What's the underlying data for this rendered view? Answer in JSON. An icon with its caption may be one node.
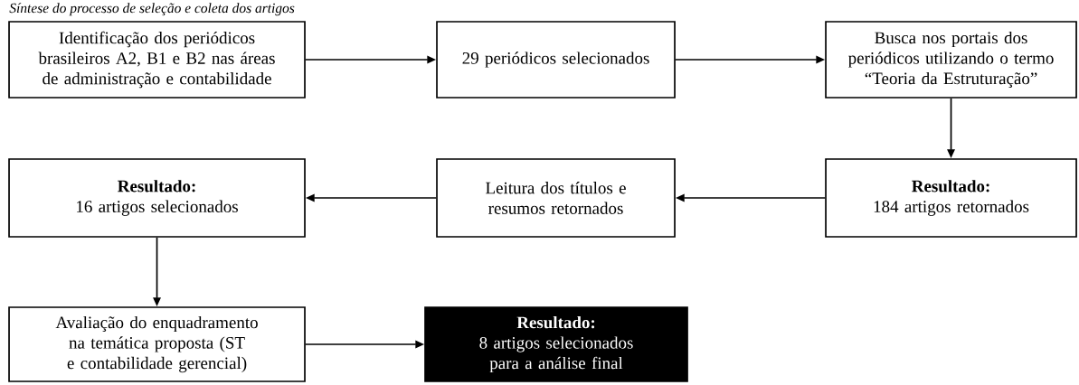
{
  "diagram": {
    "title": "Síntese do processo de seleção e coleta dos artigos",
    "nodes": [
      {
        "text": [
          "Identificação dos periódicos brasileiros A2, B1 e B2 nas áreas de administração e contabilidade"
        ]
      },
      {
        "text": [
          "29 periódicos selecionados"
        ]
      },
      {
        "text": [
          "Busca nos portais dos periódicos utilizando o termo “Teoria da Estruturação”"
        ]
      },
      {
        "text": [
          "Resultado:",
          "184 artigos retornados"
        ]
      },
      {
        "text": [
          "Leitura dos títulos e resumos retornados"
        ]
      },
      {
        "text": [
          "Resultado:",
          "16 artigos selecionados"
        ]
      },
      {
        "text": [
          "Avaliação do enquadramento na temática proposta (ST e contabilidade gerencial)"
        ]
      },
      {
        "text": [
          "Resultado:",
          "8 artigos selecionados para a análise final"
        ]
      }
    ],
    "edges": [
      {
        "from": 0,
        "to": 1,
        "arrow": "to"
      },
      {
        "from": 1,
        "to": 2,
        "arrow": "to"
      },
      {
        "from": 2,
        "to": 3,
        "arrow": "to"
      },
      {
        "from": 3,
        "to": 4,
        "arrow": "to"
      },
      {
        "from": 4,
        "to": 5,
        "arrow": "to"
      },
      {
        "from": 5,
        "to": 6,
        "arrow": "to"
      },
      {
        "from": 6,
        "to": 7,
        "arrow": "to"
      }
    ]
  }
}
